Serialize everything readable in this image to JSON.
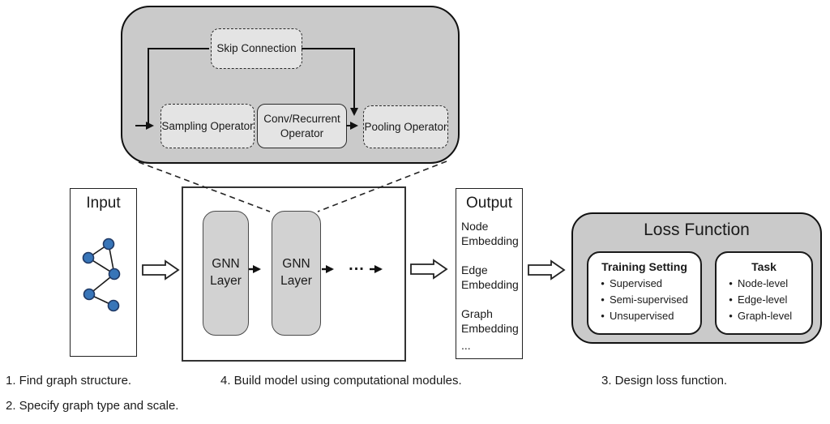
{
  "colors": {
    "panel_gray": "#cacaca",
    "operator_box_gray": "#e4e4e4",
    "gnn_layer_gray": "#d2d2d2",
    "graph_node_blue": "#3875b8",
    "graph_node_border": "#1f3864",
    "line_black": "#1a1a1a"
  },
  "detail_panel": {
    "skip_connection_label": "Skip Connection",
    "sampling_operator_label": "Sampling Operator",
    "conv_recurrent_operator_label": "Conv/Recurrent Operator",
    "pooling_operator_label": "Pooling Operator"
  },
  "input_panel": {
    "title": "Input"
  },
  "model_panel": {
    "gnn_layer_1_label": "GNN Layer",
    "gnn_layer_2_label": "GNN Layer",
    "ellipsis": "..."
  },
  "output_panel": {
    "title": "Output",
    "items": [
      "Node Embedding",
      "Edge Embedding",
      "Graph Embedding",
      "..."
    ]
  },
  "loss_panel": {
    "title": "Loss Function",
    "training_setting": {
      "title": "Training Setting",
      "items": [
        "Supervised",
        "Semi-supervised",
        "Unsupervised"
      ]
    },
    "task": {
      "title": "Task",
      "items": [
        "Node-level",
        "Edge-level",
        "Graph-level"
      ]
    }
  },
  "captions": {
    "step_1": "1. Find graph structure.",
    "step_2": "2. Specify graph type and scale.",
    "step_3": "3. Design loss function.",
    "step_4": "4. Build model using computational modules."
  }
}
